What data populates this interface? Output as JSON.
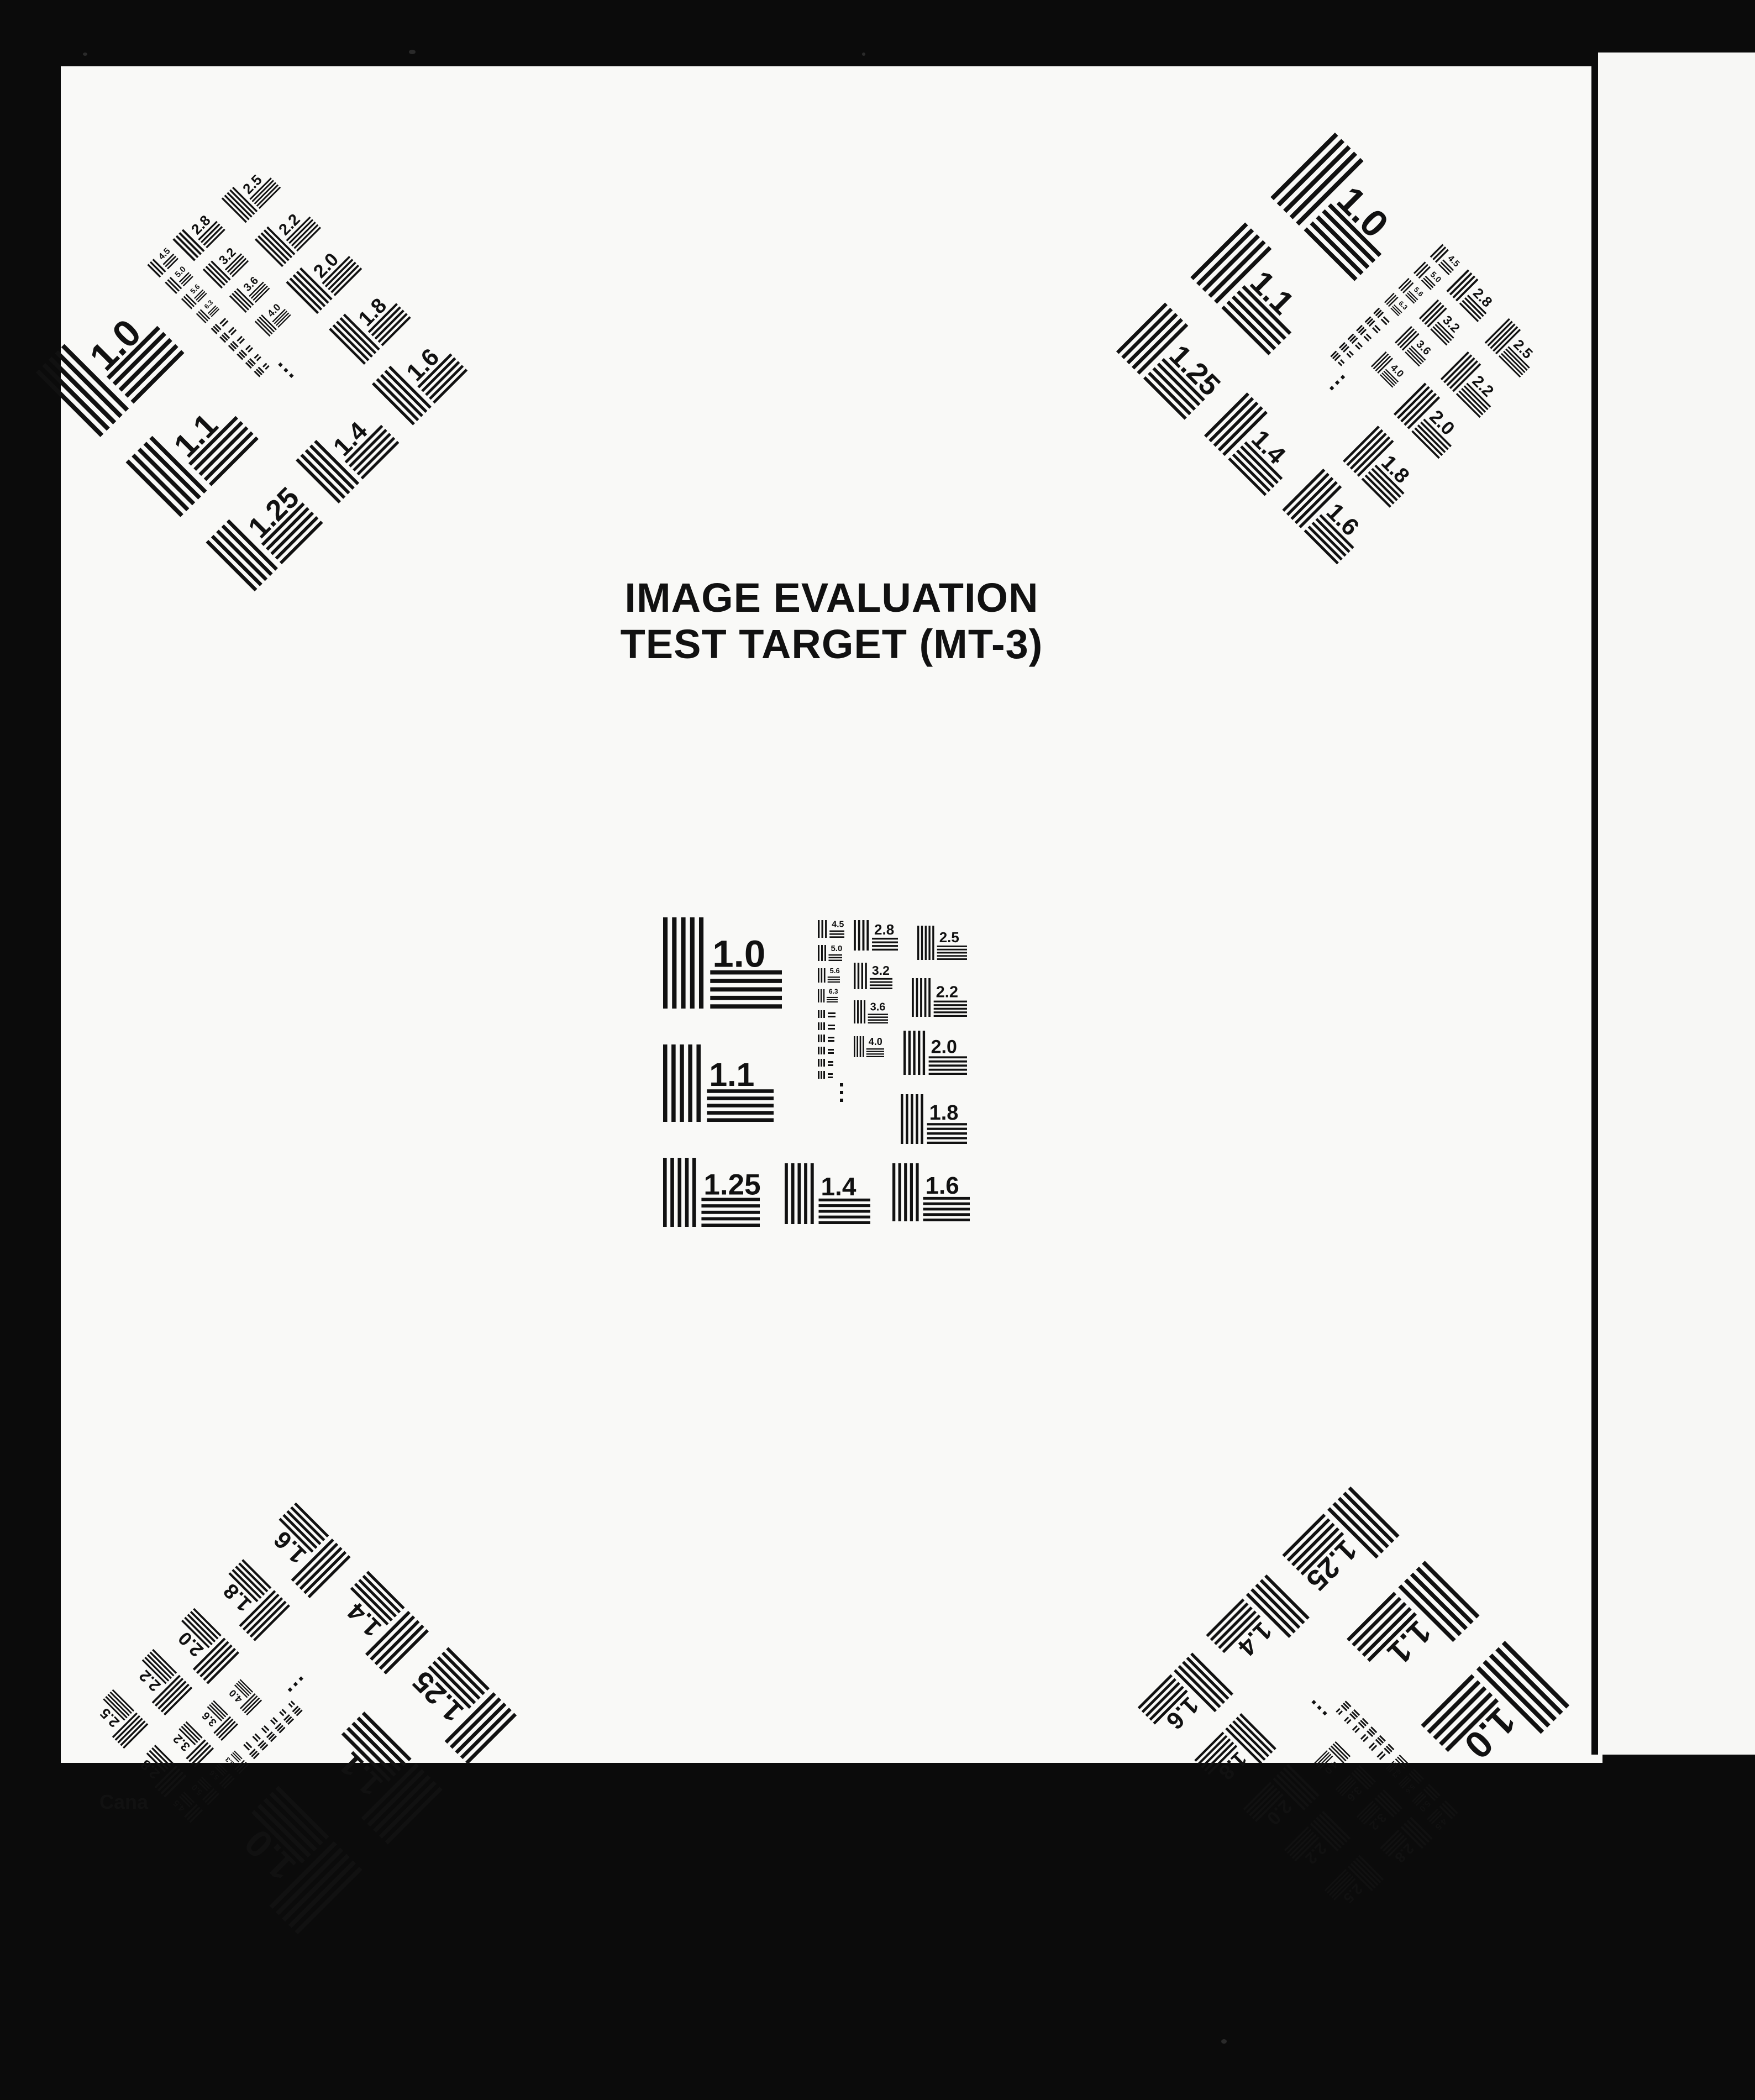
{
  "title": {
    "line1": "IMAGE EVALUATION",
    "line2": "TEST TARGET (MT-3)"
  },
  "side_text": "Cana",
  "target": {
    "large_labels": [
      "1.0",
      "1.1",
      "1.25",
      "1.4",
      "1.6",
      "1.8",
      "2.0",
      "2.2",
      "2.5"
    ],
    "medium_labels": [
      "2.8",
      "3.2",
      "3.6",
      "4.0"
    ],
    "small_labels": [
      "4.5",
      "5.0",
      "5.6",
      "6.3"
    ]
  },
  "colors": {
    "background": "#0b0b0b",
    "card": "#f9f9f7",
    "ink": "#111111"
  }
}
